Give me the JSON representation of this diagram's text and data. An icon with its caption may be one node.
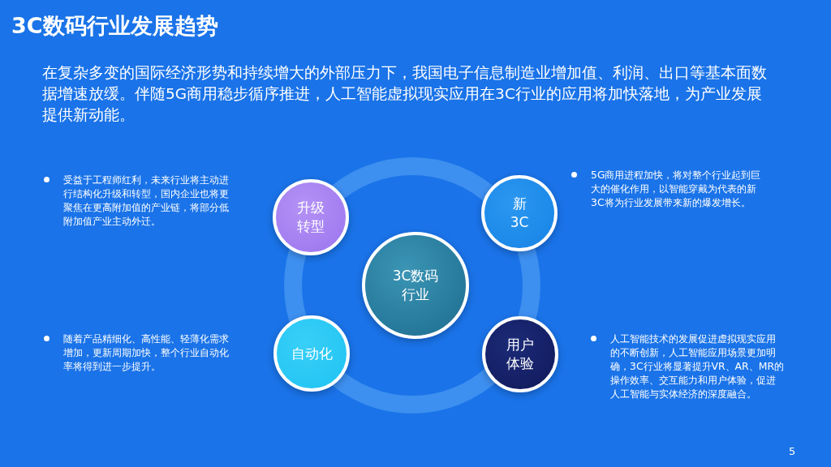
{
  "diagram": {
    "title": "3C数码行业发展趋势",
    "nodes": [
      {
        "text": [
          "3C数码行业"
        ]
      },
      {
        "text": [
          "升级转型"
        ]
      },
      {
        "text": [
          "新3C"
        ]
      },
      {
        "text": [
          "自动化"
        ]
      },
      {
        "text": [
          "用户体验"
        ]
      }
    ],
    "edges": [],
    "labels": [
      "在复杂多变的国际经济形势和持续增大的外部压力下，我国电子信息制造业增加值、利润、出口等基本面数据增速放缓。伴随5G商用稳步循序推进，人工智能虚拟现实应用在3C行业的应用将加快落地，为产业发展提供新动能。",
      "受益于工程师红利，未来行业将主动进行结构化升级和转型，国内企业也将更聚焦在更高附加值的产业链，将部分低附加值产业主动外迁。",
      "5G商用进程加快，将对整个行业起到巨大的催化作用，以智能穿戴为代表的新3C将为行业发展带来新的爆发增长。",
      "随着产品精细化、高性能、轻薄化需求增加，更新周期加快，整个行业自动化率将得到进一步提升。",
      "人工智能技术的发展促进虚拟现实应用的不断创新，人工智能应用场景更加明确，3C行业将显著提升VR、AR、MR的操作效率、交互能力和用户体验，促进人工智能与实体经济的深度融合。",
      "5"
    ]
  }
}
